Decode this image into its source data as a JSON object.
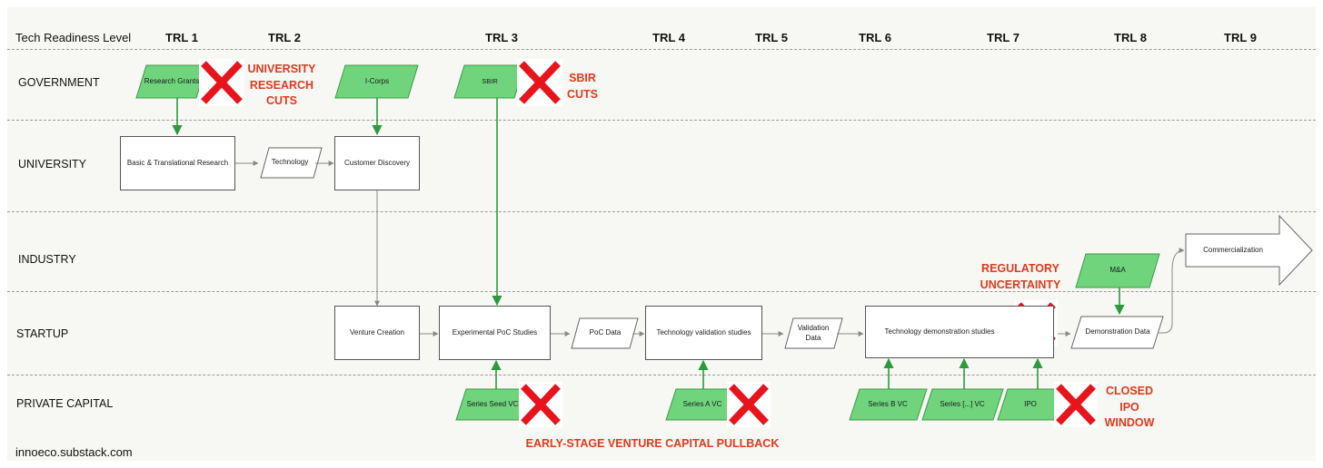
{
  "header": {
    "row_title": "Tech Readiness Level",
    "levels": [
      "TRL 1",
      "TRL 2",
      "TRL 3",
      "TRL 4",
      "TRL 5",
      "TRL 6",
      "TRL 7",
      "TRL 8",
      "TRL 9"
    ]
  },
  "lanes": {
    "government": "GOVERNMENT",
    "university": "UNIVERSITY",
    "industry": "INDUSTRY",
    "startup": "STARTUP",
    "private_capital": "PRIVATE CAPITAL"
  },
  "funding": {
    "research_grants": "Research Grants",
    "icorps": "I-Corps",
    "sbir": "SBIR",
    "ma": "M&A",
    "series_seed": "Series Seed VC",
    "series_a": "Series A VC",
    "series_b": "Series B VC",
    "series_more": "Series [...] VC",
    "ipo": "IPO"
  },
  "data_items": {
    "technology": "Technology",
    "poc_data": "PoC Data",
    "validation_data": "Validation Data",
    "demonstration_data": "Demonstration Data"
  },
  "process": {
    "basic_research": "Basic & Translational Research",
    "customer_discovery": "Customer Discovery",
    "venture_creation": "Venture Creation",
    "experimental_poc": "Experimental PoC Studies",
    "tech_validation": "Technology validation studies",
    "tech_demonstration": "Technology demonstration studies",
    "commercialization": "Commercialization"
  },
  "warnings": {
    "university_cuts": "UNIVERSITY RESEARCH CUTS",
    "sbir_cuts": "SBIR CUTS",
    "regulatory": "REGULATORY UNCERTAINTY",
    "ipo_window": "CLOSED IPO WINDOW",
    "vc_pullback": "EARLY-STAGE VENTURE CAPITAL PULLBACK"
  },
  "footer": {
    "source": "innoeco.substack.com"
  },
  "colors": {
    "background": "#f7f7f3",
    "funding_fill": "#6fd47c",
    "funding_arrow": "#2e9a3e",
    "flow_arrow": "#888888",
    "warning": "#e03a1e",
    "cross": "#e8141c"
  }
}
